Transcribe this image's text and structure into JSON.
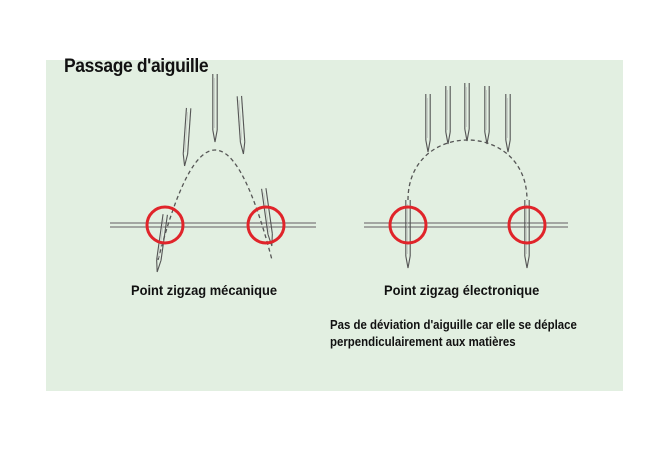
{
  "title": "Passage d'aiguille",
  "diagrams": [
    {
      "caption": "Point zigzag mécanique"
    },
    {
      "caption": "Point zigzag électronique",
      "note_lines": [
        "Pas de déviation d'aiguille car elle se déplace",
        "perpendiculairement aux matières"
      ]
    }
  ],
  "colors": {
    "background": "#e2efe1",
    "circle": "#e0242a",
    "fabric": "#8e8e8e",
    "needle": "#555555"
  }
}
